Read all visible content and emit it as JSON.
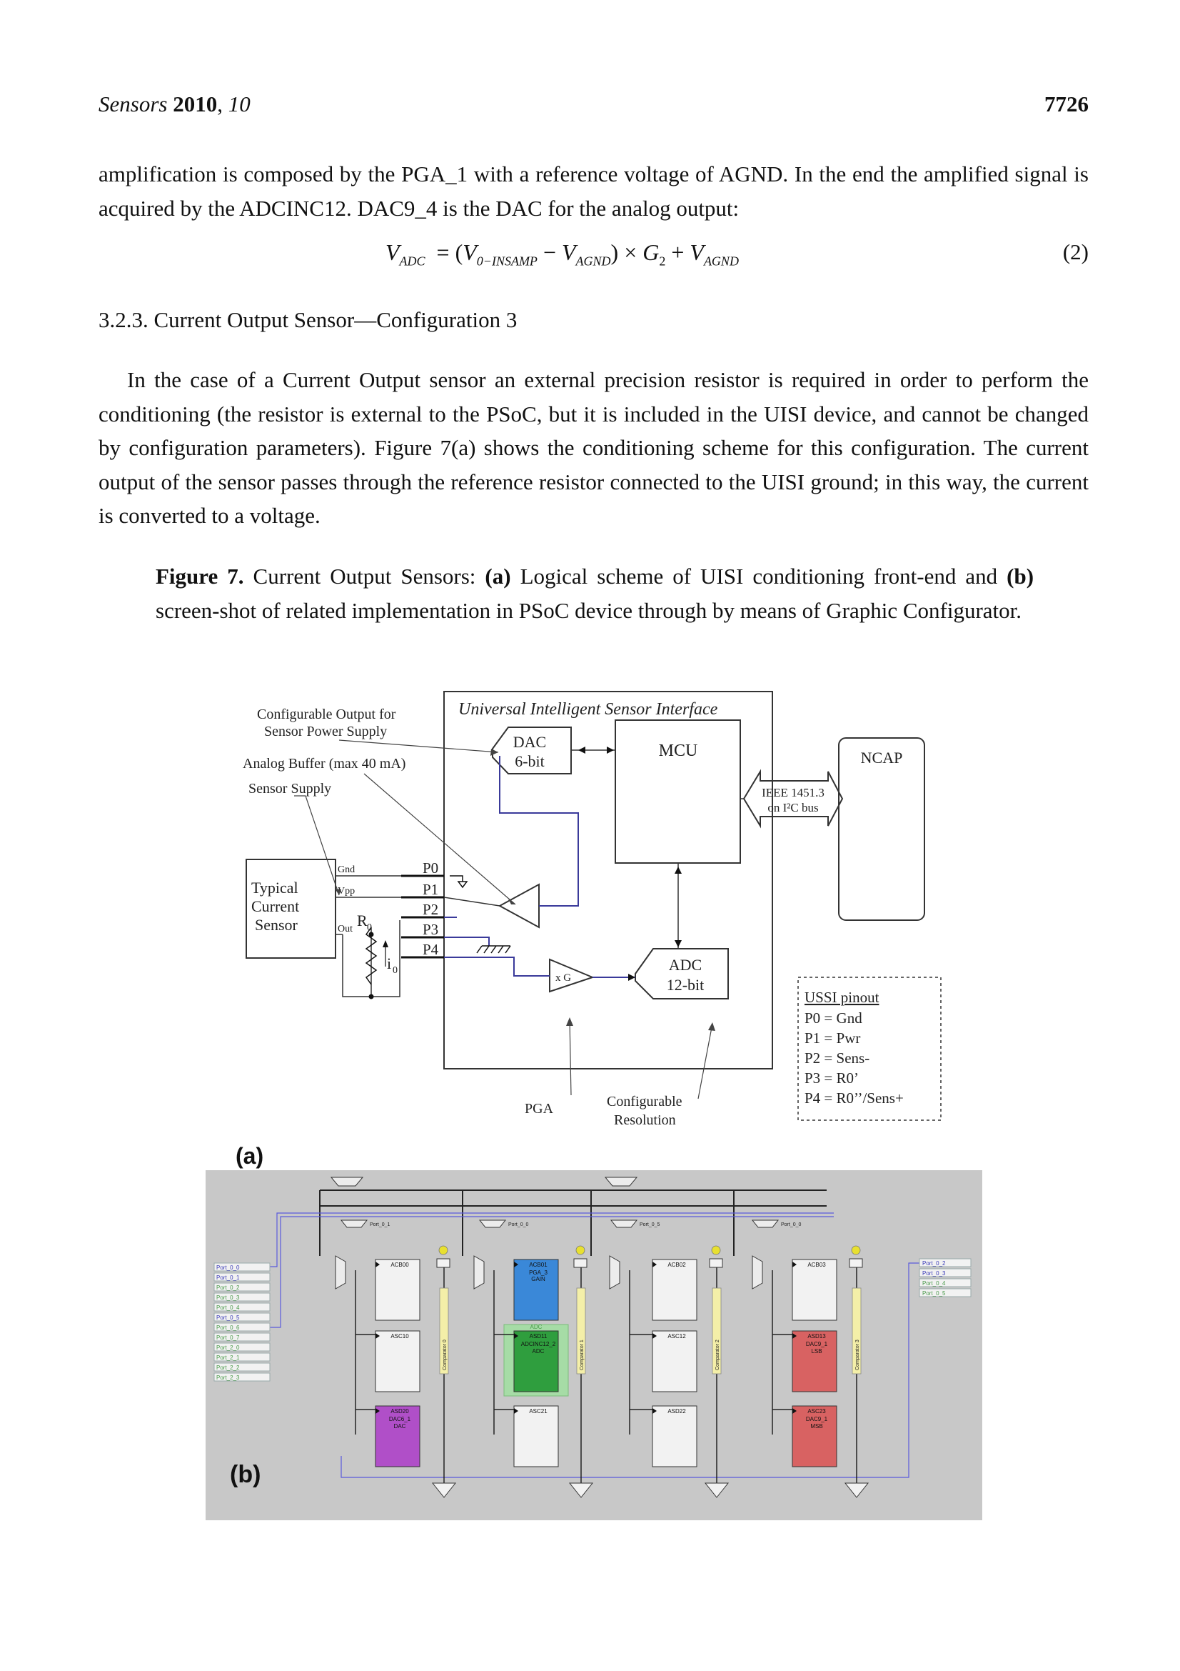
{
  "header": {
    "journal": "Sensors",
    "year": "2010",
    "volume": "10",
    "page": "7726"
  },
  "body": {
    "para1": "amplification is composed by the PGA_1 with a reference voltage of AGND. In the end the amplified signal is acquired by the ADCINC12. DAC9_4 is the DAC for the analog output:",
    "equation": {
      "v_adc": "V",
      "sub_adc": "ADC",
      "v0": "V",
      "sub_v0": "0−INSAMP",
      "vagnd": "V",
      "sub_agnd": "AGND",
      "g": "G",
      "sub_g": "2",
      "number": "(2)"
    },
    "heading": "3.2.3. Current Output Sensor—Configuration 3",
    "para2": "In the case of a Current Output sensor an external precision resistor is required in order to perform the conditioning (the resistor is external to the PSoC, but it is included in the UISI device, and cannot be changed by configuration parameters). Figure 7(a) shows the conditioning scheme for this configuration. The current output of the sensor passes through the reference resistor connected to the UISI ground; in this way, the current is converted to a voltage."
  },
  "caption": {
    "label": "Figure 7.",
    "part_a": "(a)",
    "text_a": " Logical scheme of UISI conditioning front-end and ",
    "part_b": "(b)",
    "text_b": " screen-shot of related implementation in PSoC device through by means of Graphic Configurator."
  },
  "figure_a": {
    "title": "Universal Intelligent Sensor Interface",
    "label_output": "Configurable Output for",
    "label_output2": "Sensor Power Supply",
    "label_buffer": "Analog Buffer (max 40 mA)",
    "label_supply": "Sensor Supply",
    "sensor_line1": "Typical",
    "sensor_line2": "Current",
    "sensor_line3": "Sensor",
    "pin_gnd": "Gnd",
    "pin_vpp": "Vpp",
    "pin_out": "Out",
    "r0": "R",
    "r0_sub": "0",
    "i0": "i",
    "i0_sub": "0",
    "ports": [
      "P0",
      "P1",
      "P2",
      "P3",
      "P4"
    ],
    "dac_line1": "DAC",
    "dac_line2": "6-bit",
    "mcu": "MCU",
    "adc_line1": "ADC",
    "adc_line2": "12-bit",
    "gain": "x G",
    "ieee_line1": "IEEE 1451.3",
    "ieee_line2": "on I²C bus",
    "ncap": "NCAP",
    "pinout_title": "USSI pinout",
    "pinout": [
      "P0 = Gnd",
      "P1 = Pwr",
      "P2 = Sens-",
      "P3 = R0’",
      "P4 = R0’’/Sens+"
    ],
    "label_pga": "PGA",
    "label_res1": "Configurable",
    "label_res2": "Resolution",
    "panel_label": "(a)"
  },
  "figure_b": {
    "panel_label": "(b)",
    "left_ports": [
      "Port_0_0",
      "Port_0_1",
      "Port_0_2",
      "Port_0_3",
      "Port_0_4",
      "Port_0_5",
      "Port_0_6",
      "Port_0_7",
      "Port_2_0",
      "Port_2_1",
      "Port_2_2",
      "Port_2_3"
    ],
    "right_ports": [
      "Port_0_2",
      "Port_0_3",
      "Port_0_4",
      "Port_0_5"
    ],
    "top_muxes": [
      "Port_0_1",
      "Port_0_0",
      "Port_0_5",
      "Port_0_0"
    ],
    "row1": [
      "ACB00",
      "ACB01",
      "ACB02",
      "ACB03"
    ],
    "row2": [
      "ASC10",
      "ASD11",
      "ASC12",
      "ASD13"
    ],
    "row3": [
      "ASD20",
      "ASC21",
      "ASD22",
      "ASC23"
    ],
    "acb01_sub1": "PGA_3",
    "acb01_sub2": "GAIN",
    "asd11_top": "ADC",
    "asd11_sub1": "ADCINC12_2",
    "asd11_sub2": "ADC",
    "asd13_sub1": "DAC9_1",
    "asd13_sub2": "LSB",
    "asd20_sub1": "DAC6_1",
    "asd20_sub2": "DAC",
    "asc23_sub1": "DAC9_1",
    "asc23_sub2": "MSB",
    "comparators": [
      "Comparator 0",
      "Comparator 1",
      "Comparator 2",
      "Comparator 3"
    ],
    "colors": {
      "background": "#c8c8c8",
      "pga": "#3a88d8",
      "adc": "#2f9e3e",
      "dac_lsb": "#d86262",
      "dac6": "#b04fc8",
      "dac_msb": "#d86262"
    }
  }
}
